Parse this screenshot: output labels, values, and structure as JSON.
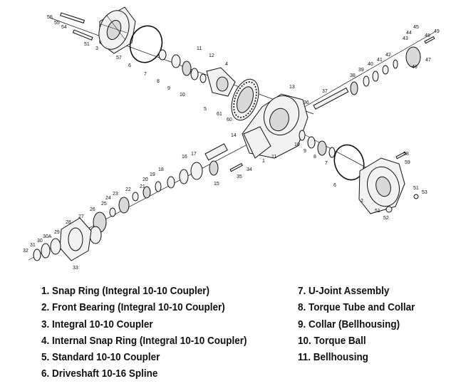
{
  "legend": {
    "items": [
      "1. Snap Ring (Integral 10-10 Coupler)",
      "2. Front Bearing (Integral 10-10 Coupler)",
      "3. Integral 10-10 Coupler",
      "4. Internal Snap Ring (Integral 10-10 Coupler)",
      "5. Standard 10-10 Coupler",
      "6. Driveshaft 10-16 Spline",
      "7. U-Joint Assembly",
      "8. Torque Tube and Collar",
      "9. Collar (Bellhousing)",
      "10. Torque Ball",
      "11. Bellhousing"
    ]
  },
  "callouts": {
    "c1": "1",
    "c2": "2",
    "c3": "3",
    "c4": "4",
    "c5": "5",
    "c6": "6",
    "c7": "7",
    "c8": "8",
    "c9": "9",
    "c10": "10",
    "c11": "11",
    "c12": "12",
    "c13": "13",
    "c14": "14",
    "c15": "15",
    "c16": "16",
    "c17": "17",
    "c18": "18",
    "c19": "19",
    "c20": "20",
    "c21": "21",
    "c22": "22",
    "c23": "23",
    "c24": "24",
    "c25": "25",
    "c26": "26",
    "c27": "27",
    "c28": "28",
    "c29": "29",
    "c30": "30",
    "c30a": "30A",
    "c31": "31",
    "c32": "32",
    "c33": "33",
    "c34": "34",
    "c35": "35",
    "c36": "36",
    "c37": "37",
    "c38": "38",
    "c39": "39",
    "c40": "40",
    "c41": "41",
    "c42": "42",
    "c43": "43",
    "c44": "44",
    "c45": "45",
    "c46": "46",
    "c47": "47",
    "c48": "48",
    "c49": "49",
    "c51": "51",
    "c52": "52",
    "c53": "53",
    "c54": "54",
    "c55": "55",
    "c56": "56",
    "c57": "57",
    "c58": "58",
    "c59": "59",
    "c60": "60",
    "c61": "61"
  }
}
